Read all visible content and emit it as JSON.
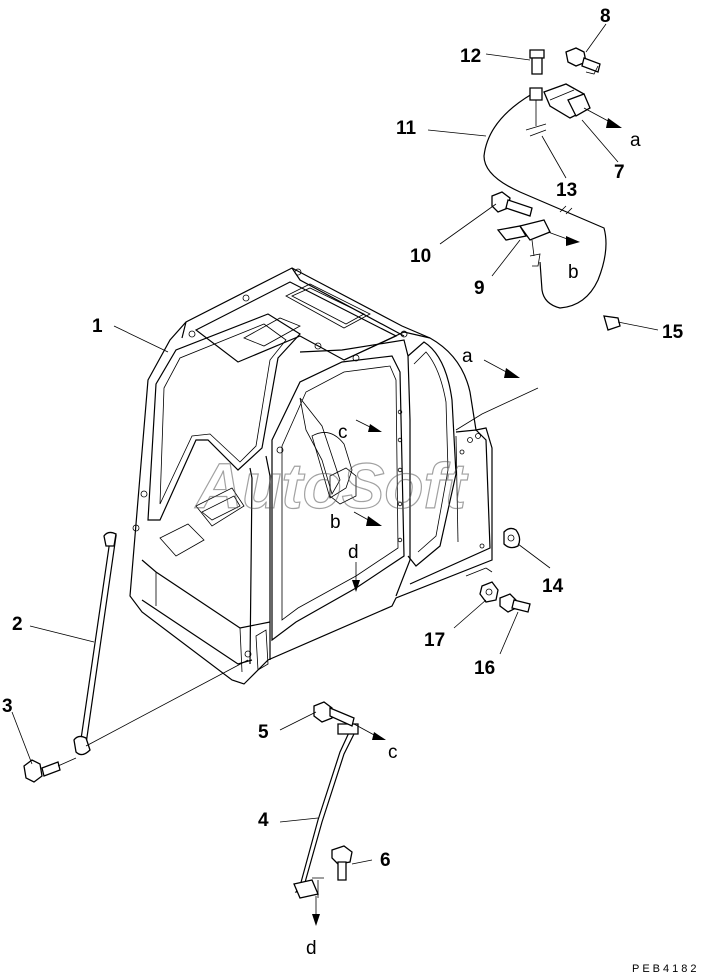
{
  "diagram": {
    "callouts": [
      {
        "id": "1",
        "label": "1"
      },
      {
        "id": "2",
        "label": "2"
      },
      {
        "id": "3",
        "label": "3"
      },
      {
        "id": "4",
        "label": "4"
      },
      {
        "id": "5",
        "label": "5"
      },
      {
        "id": "6",
        "label": "6"
      },
      {
        "id": "7",
        "label": "7"
      },
      {
        "id": "8",
        "label": "8"
      },
      {
        "id": "9",
        "label": "9"
      },
      {
        "id": "10",
        "label": "10"
      },
      {
        "id": "11",
        "label": "11"
      },
      {
        "id": "12",
        "label": "12"
      },
      {
        "id": "13",
        "label": "13"
      },
      {
        "id": "14",
        "label": "14"
      },
      {
        "id": "15",
        "label": "15"
      },
      {
        "id": "16",
        "label": "16"
      },
      {
        "id": "17",
        "label": "17"
      }
    ],
    "connection_letters": {
      "a": "a",
      "b": "b",
      "c": "c",
      "d": "d"
    },
    "watermark": "AutoSoft",
    "drawing_code": "PEB4182"
  }
}
